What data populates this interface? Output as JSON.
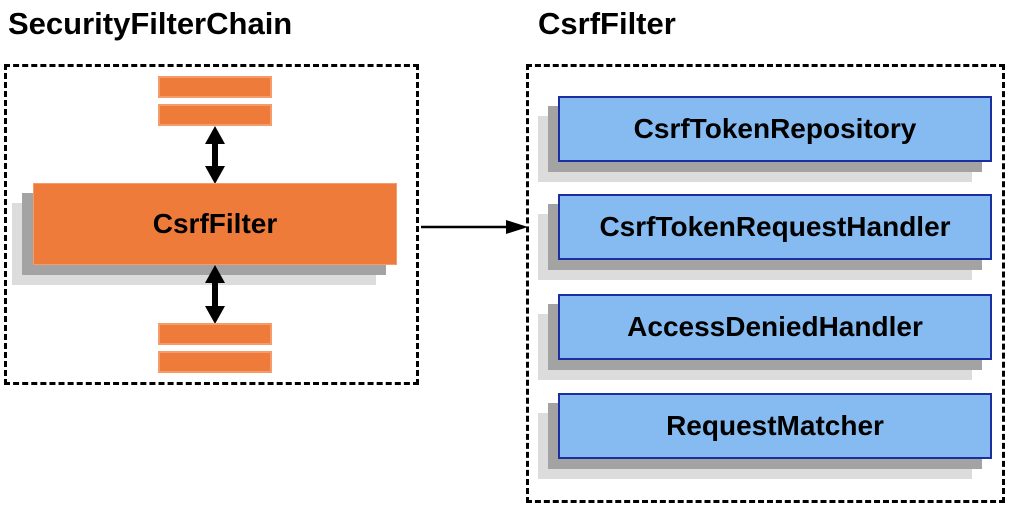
{
  "diagram": {
    "left_panel": {
      "title": "SecurityFilterChain",
      "filter_label": "CsrfFilter",
      "other_filters": "unnamed-filter-bars"
    },
    "connector": {
      "type": "arrow-right",
      "from": "CsrfFilter",
      "to": "CsrfFilter detail"
    },
    "right_panel": {
      "title": "CsrfFilter",
      "components": [
        "CsrfTokenRepository",
        "CsrfTokenRequestHandler",
        "AccessDeniedHandler",
        "RequestMatcher"
      ]
    },
    "colors": {
      "filter_fill": "#EE7B39",
      "filter_border": "#F59B6C",
      "component_fill": "#85BBF0",
      "component_border": "#1B2F9E",
      "shadow_dark": "#A3A3A3",
      "shadow_light": "#DCDCDC",
      "arrow": "#000000",
      "text": "#000000",
      "background": "#FFFFFF"
    }
  }
}
